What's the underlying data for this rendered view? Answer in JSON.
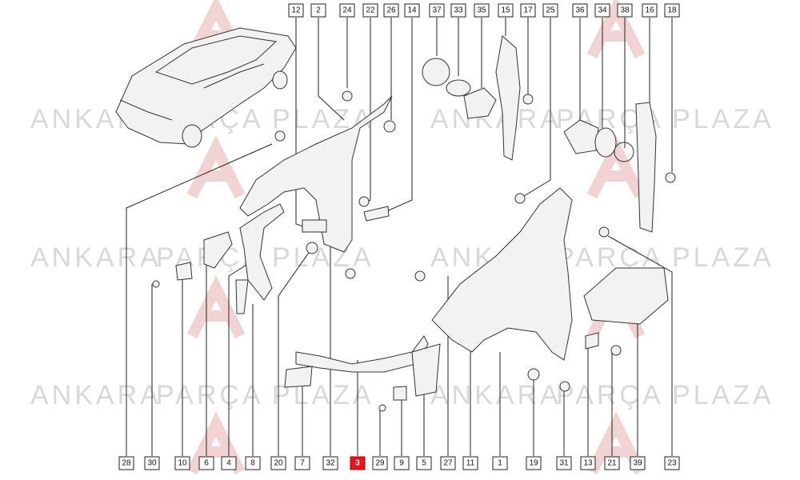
{
  "watermark": {
    "brand_a": "ANKARA",
    "brand_b": "PARÇA",
    "brand_c": "PLAZA",
    "logo_color": "#f2d3d3",
    "text_color": "#d8d8d8"
  },
  "callouts_top": [
    "12",
    "2",
    "24",
    "22",
    "26",
    "14",
    "37",
    "33",
    "35",
    "15",
    "17",
    "25",
    "36",
    "34",
    "38",
    "16",
    "18"
  ],
  "callouts_bottom": [
    "28",
    "30",
    "10",
    "6",
    "4",
    "8",
    "20",
    "7",
    "32",
    "3",
    "29",
    "9",
    "5",
    "27",
    "11",
    "1",
    "19",
    "31",
    "13",
    "21",
    "39",
    "23"
  ],
  "highlight_color": "#e8151b",
  "highlighted_callout": "3"
}
